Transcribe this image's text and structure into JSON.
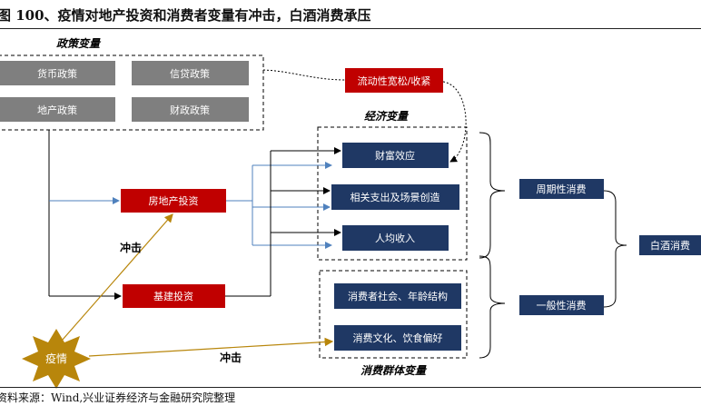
{
  "title": "图 100、疫情对地产投资和消费者变量有冲击，白酒消费承压",
  "source": "资料来源：Wind,兴业证券经济与金融研究院整理",
  "groups": {
    "policy": "政策变量",
    "economic": "经济变量",
    "consumer": "消费群体变量"
  },
  "nodes": {
    "monetary": "货币政策",
    "credit": "信贷政策",
    "property_policy": "地产政策",
    "fiscal": "财政政策",
    "liquidity": "流动性宽松/收紧",
    "real_estate_invest": "房地产投资",
    "infra_invest": "基建投资",
    "wealth_effect": "财富效应",
    "related_spending": "相关支出及场景创造",
    "income": "人均收入",
    "demographics": "消费者社会、年龄结构",
    "culture": "消费文化、饮食偏好",
    "cyclical": "周期性消费",
    "general": "一般性消费",
    "baijiu": "白酒消费",
    "epidemic": "疫情"
  },
  "labels": {
    "impact1": "冲击",
    "impact2": "冲击"
  },
  "colors": {
    "navy": "#1f3864",
    "red": "#c00000",
    "gray": "#7f7f7f",
    "gold": "#b8860b",
    "blue_arrow": "#4f81bd"
  }
}
